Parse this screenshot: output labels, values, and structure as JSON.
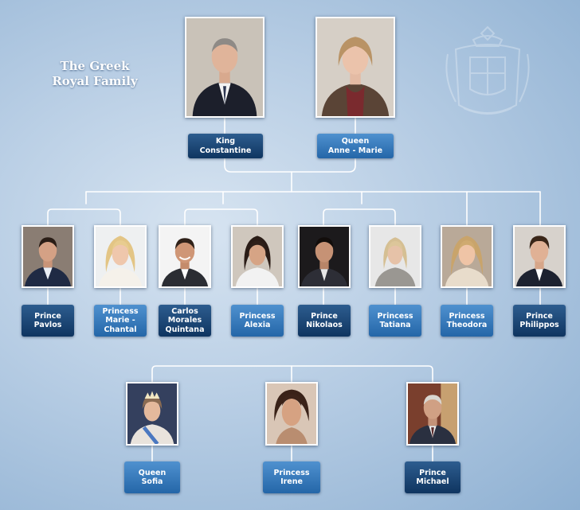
{
  "title": {
    "line1": "The Greek",
    "line2": "Royal Family"
  },
  "parents": [
    {
      "name": "King\nConstantine",
      "icon": "portrait-man-suit"
    },
    {
      "name": "Queen\nAnne - Marie",
      "icon": "portrait-woman-blonde"
    }
  ],
  "children": [
    {
      "name": "Prince\nPavlos",
      "icon": "portrait-man-dark-hair"
    },
    {
      "name": "Princess\nMarie -\nChantal",
      "icon": "portrait-woman-blonde"
    },
    {
      "name": "Carlos\nMorales\nQuintana",
      "icon": "portrait-man-smiling"
    },
    {
      "name": "Princess\nAlexia",
      "icon": "portrait-woman-dark-hair"
    },
    {
      "name": "Prince\nNikolaos",
      "icon": "portrait-man-dark-hair"
    },
    {
      "name": "Princess\nTatiana",
      "icon": "portrait-woman-blonde"
    },
    {
      "name": "Princess\nTheodora",
      "icon": "portrait-woman-blonde"
    },
    {
      "name": "Prince\nPhilippos",
      "icon": "portrait-young-man"
    }
  ],
  "relatives": [
    {
      "name": "Queen\nSofia",
      "icon": "portrait-woman-tiara"
    },
    {
      "name": "Princess\nIrene",
      "icon": "portrait-woman-dark-hair"
    },
    {
      "name": "Prince\nMichael",
      "icon": "portrait-older-man"
    }
  ],
  "colors": {
    "label_dark": "#0f3560",
    "label_light": "#2466a8",
    "connector_line": "#ffffff",
    "background": "#b7cde4"
  }
}
